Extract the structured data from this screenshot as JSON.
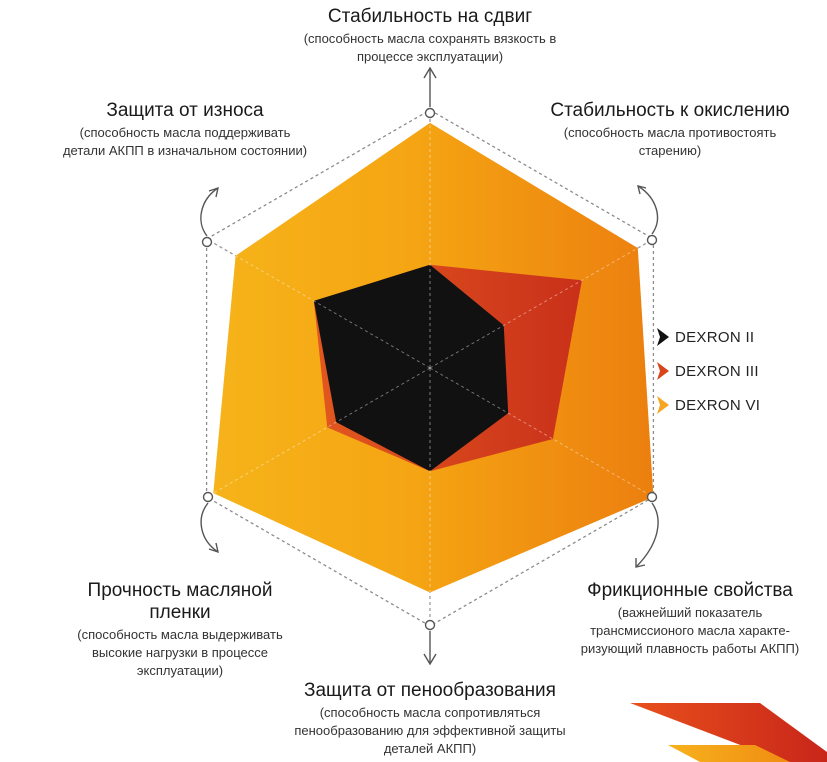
{
  "chart_data": {
    "type": "radar",
    "axes": [
      {
        "title": "Стабильность на сдвиг",
        "subtitle": "(способность масла сохранять вязкость в процессе эксплуатации)"
      },
      {
        "title": "Стабильность к окислению",
        "subtitle": "(способность масла противостоять старению)"
      },
      {
        "title": "Фрикционные свойства",
        "subtitle": "(важнейший показатель трансмиссионого масла характе- ризующий плавность работы АКПП)"
      },
      {
        "title": "Защита от пенообразования",
        "subtitle": "(способность масла сопротивляться пенообразованию для эффективной защиты деталей АКПП)"
      },
      {
        "title": "Прочность масляной пленки",
        "subtitle": "(способность масла выдерживать высокие нагрузки в процессе эксплуатации)"
      },
      {
        "title": "Защита от износа",
        "subtitle": "(способность масла поддерживать детали АКПП в изначальном состоянии)"
      }
    ],
    "series": [
      {
        "name": "DEXRON VI",
        "color": "#f5a623",
        "values": [
          0.95,
          0.93,
          1.0,
          0.87,
          0.97,
          0.87
        ]
      },
      {
        "name": "DEXRON III",
        "color": "#d7461b",
        "values": [
          0.4,
          0.68,
          0.55,
          0.4,
          0.46,
          0.52
        ]
      },
      {
        "name": "DEXRON II",
        "color": "#111111",
        "values": [
          0.4,
          0.33,
          0.35,
          0.4,
          0.42,
          0.52
        ]
      }
    ],
    "legend": "right",
    "grid": true,
    "range": [
      0,
      1
    ]
  }
}
